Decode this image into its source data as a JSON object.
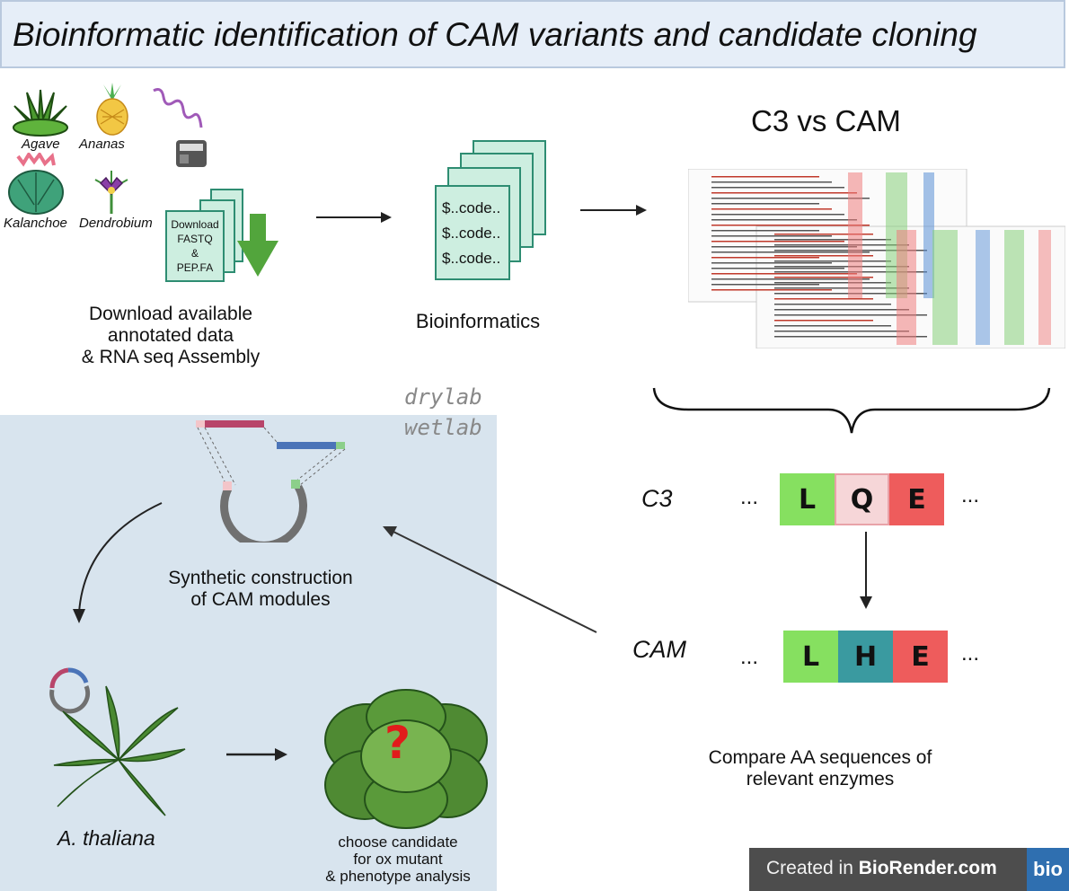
{
  "header": {
    "title": "Bioinformatic identification of CAM variants and candidate cloning"
  },
  "plants": [
    "Agave",
    "Ananas",
    "Kalanchoe",
    "Dendrobium"
  ],
  "download_card": {
    "lines": [
      "Download",
      "FASTQ",
      "&",
      "PEP.FA"
    ]
  },
  "download_caption": [
    "Download available",
    "annotated data",
    "& RNA seq Assembly"
  ],
  "code_lines": [
    "$..code..",
    "$..code..",
    "$..code.."
  ],
  "bioinformatics_label": "Bioinformatics",
  "comparison_title": "C3 vs CAM",
  "section_labels": {
    "drylab": "drylab",
    "wetlab": "wetlab"
  },
  "sequences": {
    "c3": {
      "label": "C3",
      "residues": [
        "L",
        "Q",
        "E"
      ],
      "colors": [
        "#86e060",
        "#f6d6d8",
        "#ee5c5c"
      ],
      "ellipsis": "..."
    },
    "cam": {
      "label": "CAM",
      "residues": [
        "L",
        "H",
        "E"
      ],
      "colors": [
        "#86e060",
        "#3a9aa0",
        "#ee5c5c"
      ],
      "ellipsis": "..."
    }
  },
  "compare_caption": [
    "Compare AA sequences of",
    "relevant enzymes"
  ],
  "synthetic_caption": [
    "Synthetic construction",
    "of CAM modules"
  ],
  "plant_species_label": "A. thaliana",
  "candidate_caption": [
    "choose candidate",
    "for ox mutant",
    "& phenotype analysis"
  ],
  "question_mark": "?",
  "credit": {
    "prefix": "Created in ",
    "brand": "BioRender.com",
    "logo": "bio"
  }
}
